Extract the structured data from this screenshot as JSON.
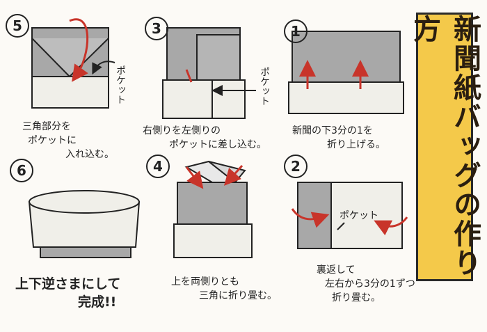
{
  "title": "新聞紙バッグの作り方",
  "colors": {
    "paper_gray": "#a8a8a8",
    "paper_white": "#f0efe9",
    "arrow_red": "#c8342a",
    "title_bg": "#f4c94a"
  },
  "steps": [
    {
      "number": "1",
      "caption": [
        "新聞の下3分の1を",
        "折り上げる。"
      ]
    },
    {
      "number": "2",
      "label": "ポケット",
      "caption": [
        "裏返して",
        "左右から3分の1ずつ",
        "折り畳む。"
      ]
    },
    {
      "number": "3",
      "label": "ポケット",
      "caption": [
        "右側りを左側りの",
        "ポケットに差し込む。"
      ]
    },
    {
      "number": "4",
      "caption": [
        "上を両側りとも",
        "三角に折り畳む。"
      ]
    },
    {
      "number": "5",
      "label": "ポケット",
      "caption": [
        "三角部分を",
        "ポケットに",
        "入れ込む。"
      ]
    },
    {
      "number": "6",
      "caption": [
        "上下逆さまにして",
        "完成!!"
      ]
    }
  ]
}
